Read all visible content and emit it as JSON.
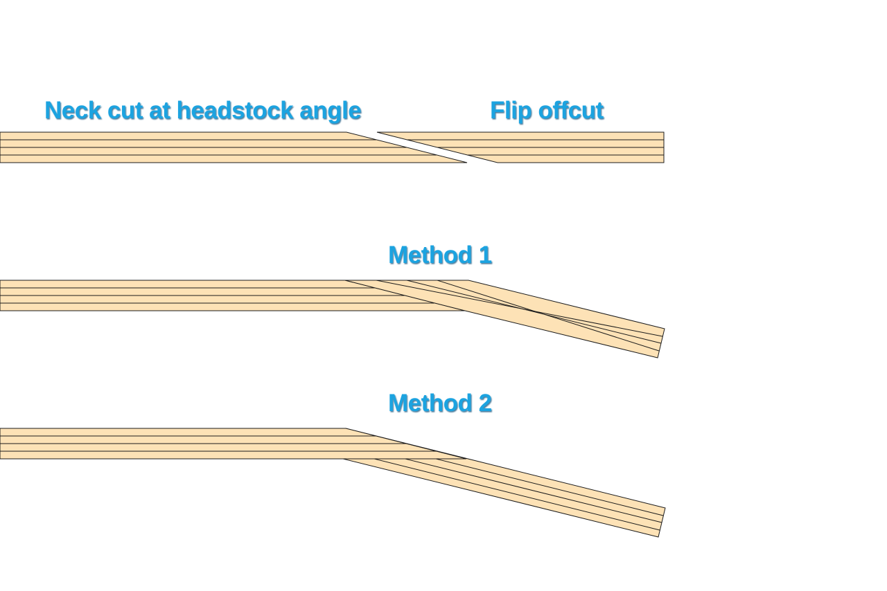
{
  "labels": {
    "neck_cut": "Neck cut at headstock angle",
    "flip_offcut": "Flip offcut",
    "method_1": "Method 1",
    "method_2": "Method 2"
  },
  "colors": {
    "label": "#1aa3e0",
    "label_shadow": "#0c4f7a",
    "wood": "#fde2b6",
    "outline": "#1a1a1a",
    "background": "#ffffff"
  }
}
